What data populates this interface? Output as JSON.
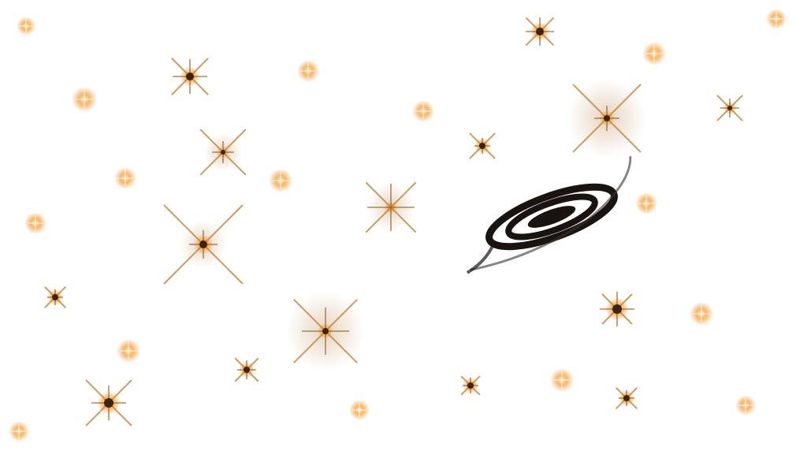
{
  "scene": {
    "background_color": "#ffffff",
    "star_color": "#f08a1c",
    "star_core_color": "#3a2410",
    "galaxy_color": "#1a1410",
    "elements": [
      "glow-stars",
      "sparkle-stars",
      "spiral-galaxy"
    ]
  }
}
